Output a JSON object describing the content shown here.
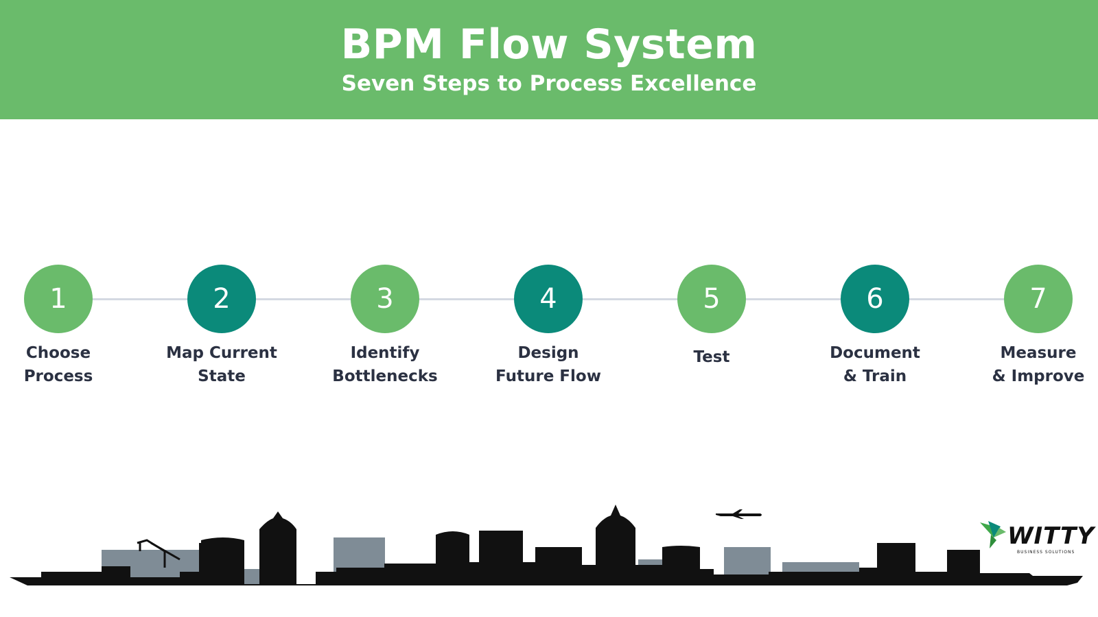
{
  "header": {
    "title": "BPM Flow System",
    "subtitle": "Seven Steps to Process Excellence",
    "background": "#6abb6b"
  },
  "colors": {
    "light_green": "#6abb6b",
    "teal": "#0b8a7a",
    "label_text": "#2b3142",
    "connector": "#d4d9e2"
  },
  "steps": [
    {
      "number": "1",
      "label": "Choose\nProcess",
      "tone": "light"
    },
    {
      "number": "2",
      "label": "Map Current\nState",
      "tone": "dark"
    },
    {
      "number": "3",
      "label": "Identify\nBottlenecks",
      "tone": "light"
    },
    {
      "number": "4",
      "label": "Design\nFuture Flow",
      "tone": "dark"
    },
    {
      "number": "5",
      "label": "Test",
      "tone": "light"
    },
    {
      "number": "6",
      "label": "Document\n& Train",
      "tone": "dark"
    },
    {
      "number": "7",
      "label": "Measure\n& Improve",
      "tone": "light"
    }
  ],
  "logo": {
    "name": "WITTY",
    "tagline": "BUSINESS SOLUTIONS",
    "icon": "bird-logo-icon"
  }
}
